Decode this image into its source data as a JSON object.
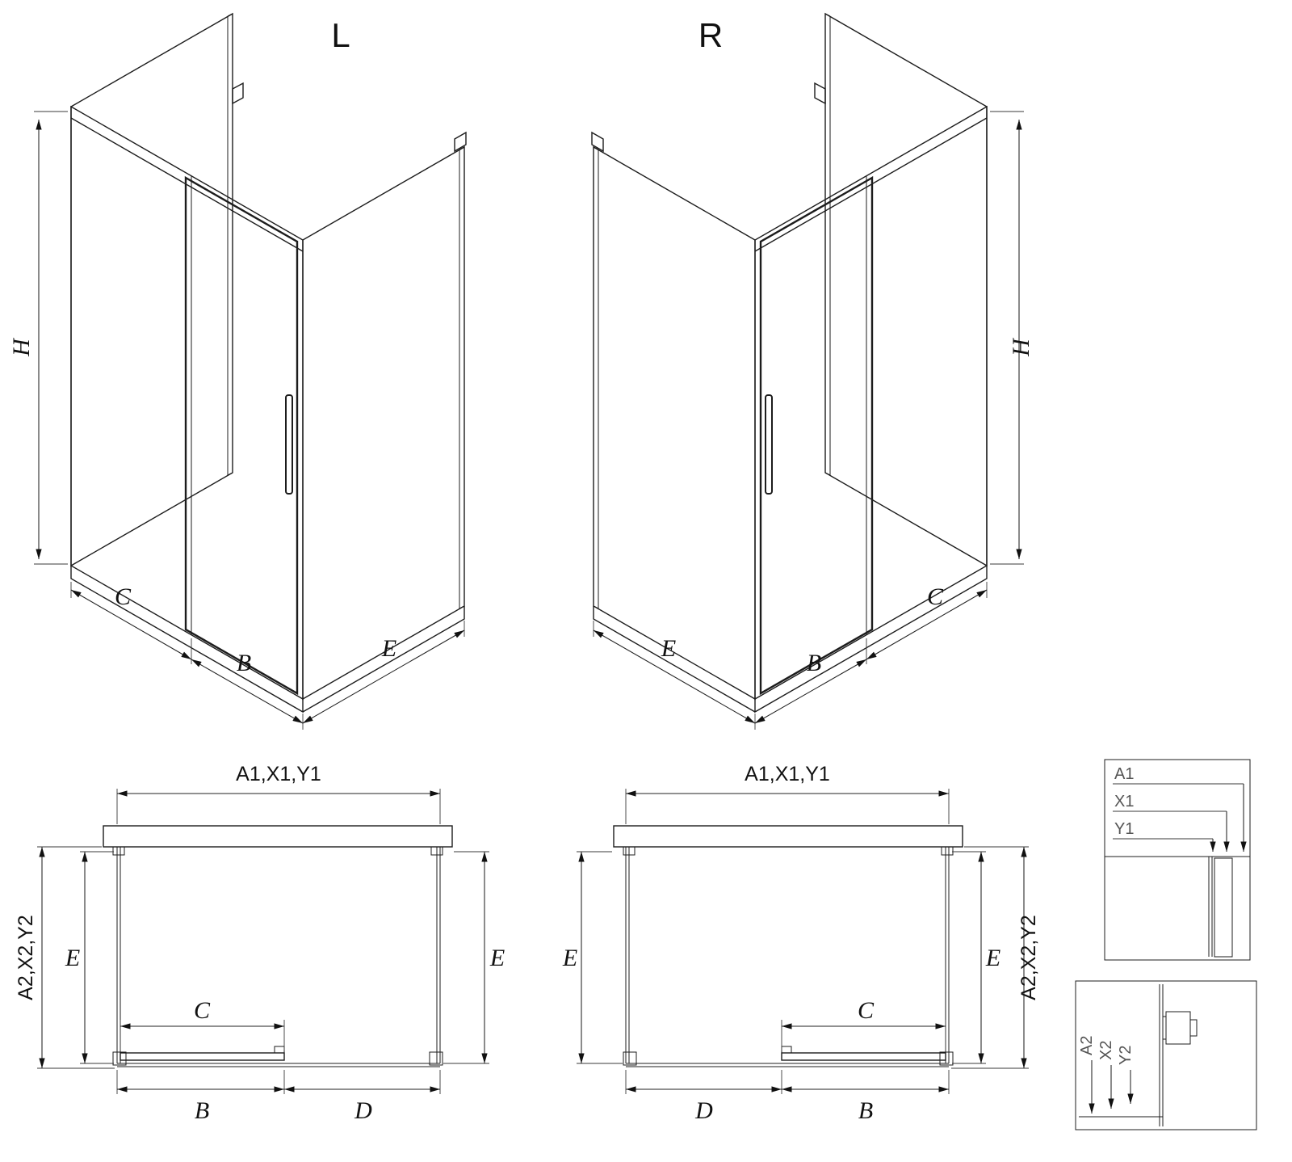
{
  "drawing": {
    "iso_left": {
      "variant": "L",
      "dim_h": "H",
      "dim_c": "C",
      "dim_b": "B",
      "dim_e": "E"
    },
    "iso_right": {
      "variant": "R",
      "dim_h": "H",
      "dim_c": "C",
      "dim_b": "B",
      "dim_e": "E"
    },
    "plan_left": {
      "dim_width_top": "A1,X1,Y1",
      "dim_depth_side": "A2,X2,Y2",
      "dim_e_left": "E",
      "dim_e_right": "E",
      "dim_c": "C",
      "dim_b": "B",
      "dim_d": "D"
    },
    "plan_right": {
      "dim_width_top": "A1,X1,Y1",
      "dim_depth_side": "A2,X2,Y2",
      "dim_e_left": "E",
      "dim_e_right": "E",
      "dim_c": "C",
      "dim_b": "B",
      "dim_d": "D"
    },
    "detail_top": {
      "dim_a1": "A1",
      "dim_x1": "X1",
      "dim_y1": "Y1"
    },
    "detail_bottom": {
      "dim_a2": "A2",
      "dim_x2": "X2",
      "dim_y2": "Y2"
    }
  }
}
